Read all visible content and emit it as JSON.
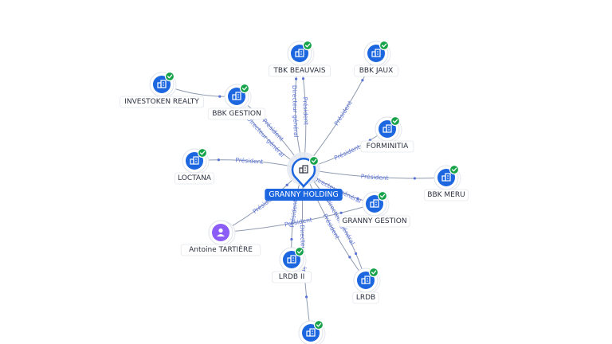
{
  "colors": {
    "company": "#1c66e0",
    "person": "#8b5cf6",
    "check": "#16a34a",
    "edge": "#8f9bb0",
    "edge_label": "#5a72d6"
  },
  "icons": {
    "company": "building-icon",
    "person": "person-icon",
    "check": "check-badge-icon"
  },
  "center": {
    "id": "granny",
    "label": "GRANNY HOLDING"
  },
  "nodes": [
    {
      "id": "tbk_beauvais",
      "label": "TBK BEAUVAIS",
      "kind": "company"
    },
    {
      "id": "bbk_jaux",
      "label": "BBK JAUX",
      "kind": "company"
    },
    {
      "id": "investoken",
      "label": "INVESTOKEN REALTY",
      "kind": "company"
    },
    {
      "id": "bbk_gestion",
      "label": "BBK GESTION",
      "kind": "company"
    },
    {
      "id": "forminitia",
      "label": "FORMINITIA",
      "kind": "company"
    },
    {
      "id": "loctana",
      "label": "LOCTANA",
      "kind": "company"
    },
    {
      "id": "bbk_meru",
      "label": "BBK MERU",
      "kind": "company"
    },
    {
      "id": "granny_gestion",
      "label": "GRANNY GESTION",
      "kind": "company"
    },
    {
      "id": "antoine",
      "label": "Antoine TARTIÈRE",
      "kind": "person"
    },
    {
      "id": "lrdb_ii",
      "label": "LRDB II",
      "kind": "company"
    },
    {
      "id": "lrdb",
      "label": "LRDB",
      "kind": "company"
    },
    {
      "id": "bottom",
      "label": "",
      "kind": "company"
    }
  ],
  "edges": [
    {
      "from": "granny",
      "to": "tbk_beauvais",
      "label": "Président"
    },
    {
      "from": "granny",
      "to": "tbk_beauvais",
      "label": "Directeur général"
    },
    {
      "from": "granny",
      "to": "bbk_jaux",
      "label": "Président"
    },
    {
      "from": "investoken",
      "to": "bbk_gestion",
      "label": ""
    },
    {
      "from": "granny",
      "to": "bbk_gestion",
      "label": "Président"
    },
    {
      "from": "granny",
      "to": "bbk_gestion",
      "label": "Directeur général"
    },
    {
      "from": "granny",
      "to": "forminitia",
      "label": "Président"
    },
    {
      "from": "granny",
      "to": "loctana",
      "label": "Président"
    },
    {
      "from": "granny",
      "to": "bbk_meru",
      "label": "Président"
    },
    {
      "from": "granny",
      "to": "granny_gestion",
      "label": "Directeur général"
    },
    {
      "from": "antoine",
      "to": "granny",
      "label": "Président"
    },
    {
      "from": "antoine",
      "to": "granny_gestion",
      "label": "Président"
    },
    {
      "from": "granny",
      "to": "lrdb_ii",
      "label": "Président"
    },
    {
      "from": "granny",
      "to": "lrdb",
      "label": "Président"
    },
    {
      "from": "granny",
      "to": "lrdb",
      "label": "Directeur général"
    },
    {
      "from": "granny",
      "to": "bottom",
      "label": "Directeur général"
    }
  ]
}
